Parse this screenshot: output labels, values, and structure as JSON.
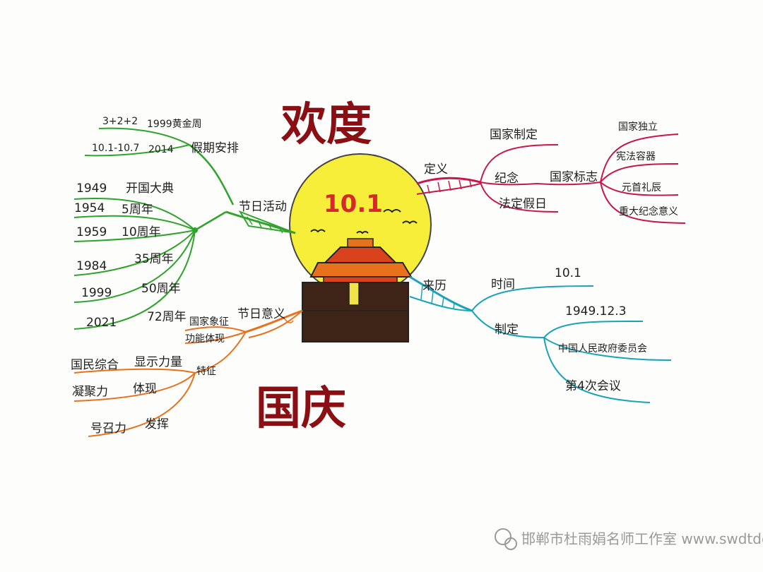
{
  "title_top": "欢度",
  "title_bottom": "国庆",
  "center_date": "10.1",
  "left_branch": {
    "main": "节日活动",
    "holiday": {
      "label": "假期安排",
      "items": [
        {
          "left": "3+2+2",
          "right": "1999黄金周"
        },
        {
          "left": "10.1-10.7",
          "right": "2014"
        }
      ]
    },
    "ceremonies": [
      {
        "year": "1949",
        "event": "开国大典"
      },
      {
        "year": "1954",
        "event": "5周年"
      },
      {
        "year": "1959",
        "event": "10周年"
      },
      {
        "year": "1984",
        "event": "35周年"
      },
      {
        "year": "1999",
        "event": "50周年"
      },
      {
        "year": "2021",
        "event": "72周年"
      }
    ]
  },
  "lower_left_branch": {
    "main": "节日意义",
    "sub1": "国家象征",
    "sub2": "功能体现",
    "sub3": "特征",
    "items": [
      {
        "a": "国民综合",
        "b": "显示力量"
      },
      {
        "a": "凝聚力",
        "b": "体现"
      },
      {
        "a": "号召力",
        "b": "发挥"
      }
    ]
  },
  "right_top_branch": {
    "main": "定义",
    "items": [
      "国家制定",
      "纪念",
      "法定假日"
    ],
    "sub_main": "国家标志",
    "sub_items": [
      "国家独立",
      "宪法容器",
      "元首礼辰",
      "重大纪念意义"
    ]
  },
  "right_bottom_branch": {
    "main": "来历",
    "time_label": "时间",
    "time_value": "10.1",
    "made_label": "制定",
    "made_items": [
      "1949.12.3",
      "中国人民政府委员会",
      "第4次会议"
    ]
  },
  "watermark": "邯郸市杜雨娟名师工作室 www.swdtdq.com",
  "colors": {
    "green": "#2fa32b",
    "red": "#c8174a",
    "teal": "#1aa3b8",
    "orange": "#e8711c",
    "sun": "#f7ee3a",
    "roof": "#d9421c",
    "wall": "#3e2417",
    "title": "#8a0f14"
  }
}
